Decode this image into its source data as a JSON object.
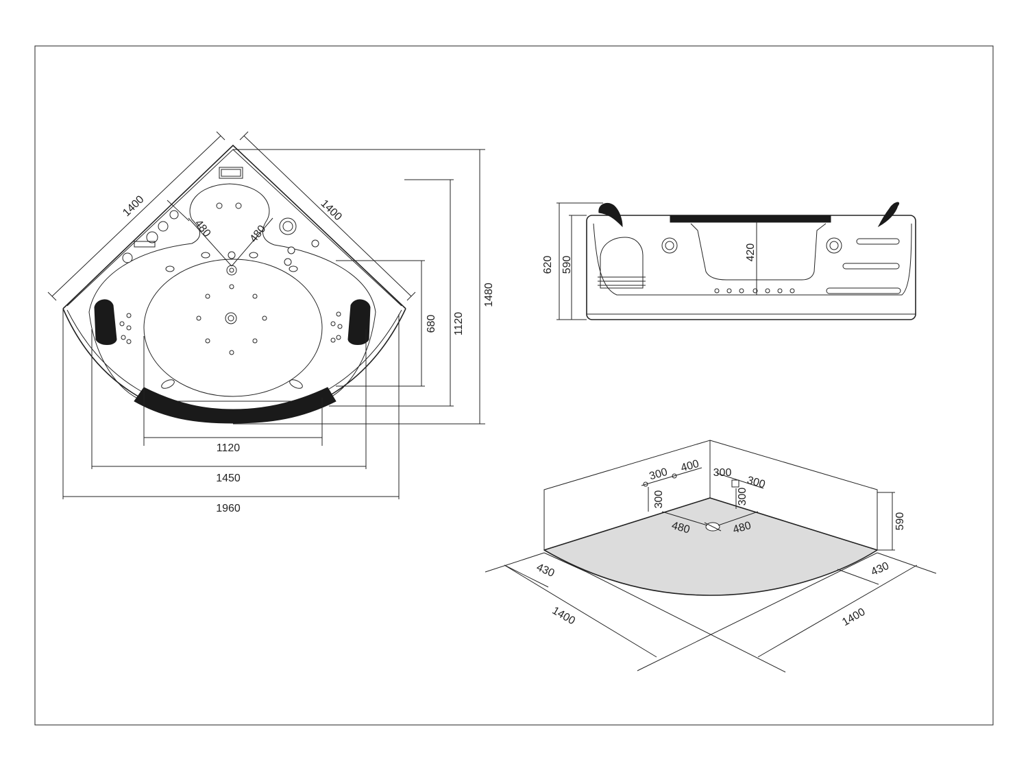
{
  "top_view": {
    "side_left": "1400",
    "side_right": "1400",
    "headrest_offset_left": "480",
    "headrest_offset_right": "480",
    "inner_depth": "680",
    "mid_depth": "1120",
    "total_depth": "1480",
    "inner_width": "1120",
    "mid_width": "1450",
    "total_width": "1960"
  },
  "side_view": {
    "total_height": "620",
    "body_height": "590",
    "inner_height": "420"
  },
  "install_view": {
    "pipe_a": "300",
    "pipe_spacing": "400",
    "pipe_height_a": "300",
    "pipe_b_x": "300",
    "pipe_b_y": "300",
    "pipe_b_height": "300",
    "drain_left": "480",
    "drain_right": "480",
    "wall_height": "590",
    "apron_left": "430",
    "apron_right": "430",
    "side_left": "1400",
    "side_right": "1400"
  }
}
